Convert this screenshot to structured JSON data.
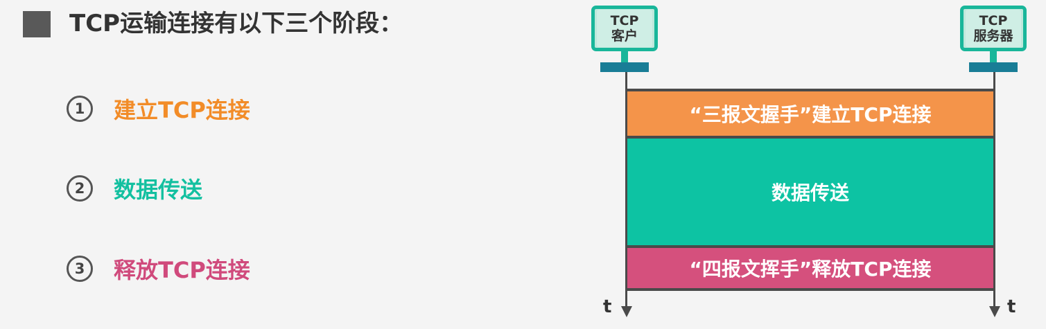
{
  "heading": "TCP运输连接有以下三个阶段：",
  "items": [
    {
      "number": "1",
      "label": "建立TCP连接",
      "color": "#f28c28"
    },
    {
      "number": "2",
      "label": "数据传送",
      "color": "#13c0a0"
    },
    {
      "number": "3",
      "label": "释放TCP连接",
      "color": "#d04a7c"
    }
  ],
  "diagram": {
    "client": {
      "line1": "TCP",
      "line2": "客户"
    },
    "server": {
      "line1": "TCP",
      "line2": "服务器"
    },
    "time_axis_label": "t",
    "phases": [
      {
        "label": "“三报文握手”建立TCP连接",
        "color": "#f4944a"
      },
      {
        "label": "数据传送",
        "color": "#0dc3a3"
      },
      {
        "label": "“四报文挥手”释放TCP连接",
        "color": "#d5507d"
      }
    ]
  }
}
